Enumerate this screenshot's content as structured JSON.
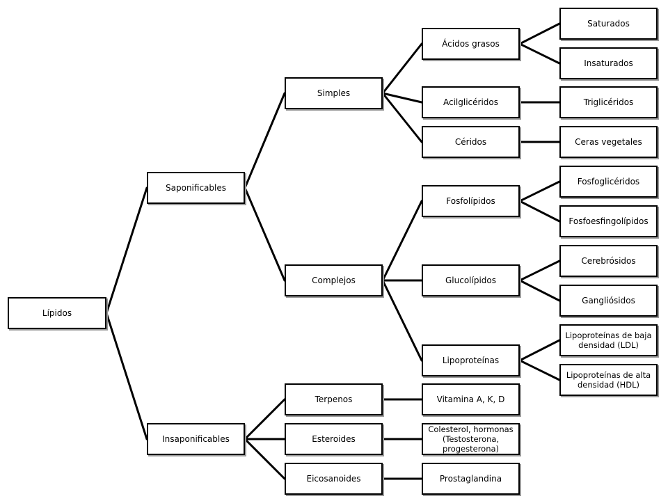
{
  "nodes": {
    "lipidos": "Lípidos",
    "saponificables": "Saponificables",
    "insaponificables": "Insaponificables",
    "simples": "Simples",
    "complejos": "Complejos",
    "terpenos": "Terpenos",
    "esteroides": "Esteroides",
    "eicosanoides": "Eicosanoides",
    "acidos_grasos": "Ácidos grasos",
    "acilgliceridos": "Acilglicéridos",
    "ceridos": "Céridos",
    "fosfolipidos": "Fosfolípidos",
    "glucolipidos": "Glucolípidos",
    "lipoproteinas": "Lipoproteínas",
    "vitamina": "Vitamina A, K, D",
    "colesterol": "Colesterol, hormonas (Testosterona, progesterona)",
    "prostaglandina": "Prostaglandina",
    "saturados": "Saturados",
    "insaturados": "Insaturados",
    "trigliceridos": "Triglicéridos",
    "ceras": "Ceras vegetales",
    "fosfogliceridos": "Fosfoglicéridos",
    "fosfoesfingolipidos": "Fosfoesfingolípidos",
    "cerebrosidos": "Cerebrósidos",
    "gangliosidos": "Gangliósidos",
    "ldl": "Lipoproteínas de baja densidad (LDL)",
    "hdl": "Lipoproteínas de alta densidad (HDL)"
  }
}
